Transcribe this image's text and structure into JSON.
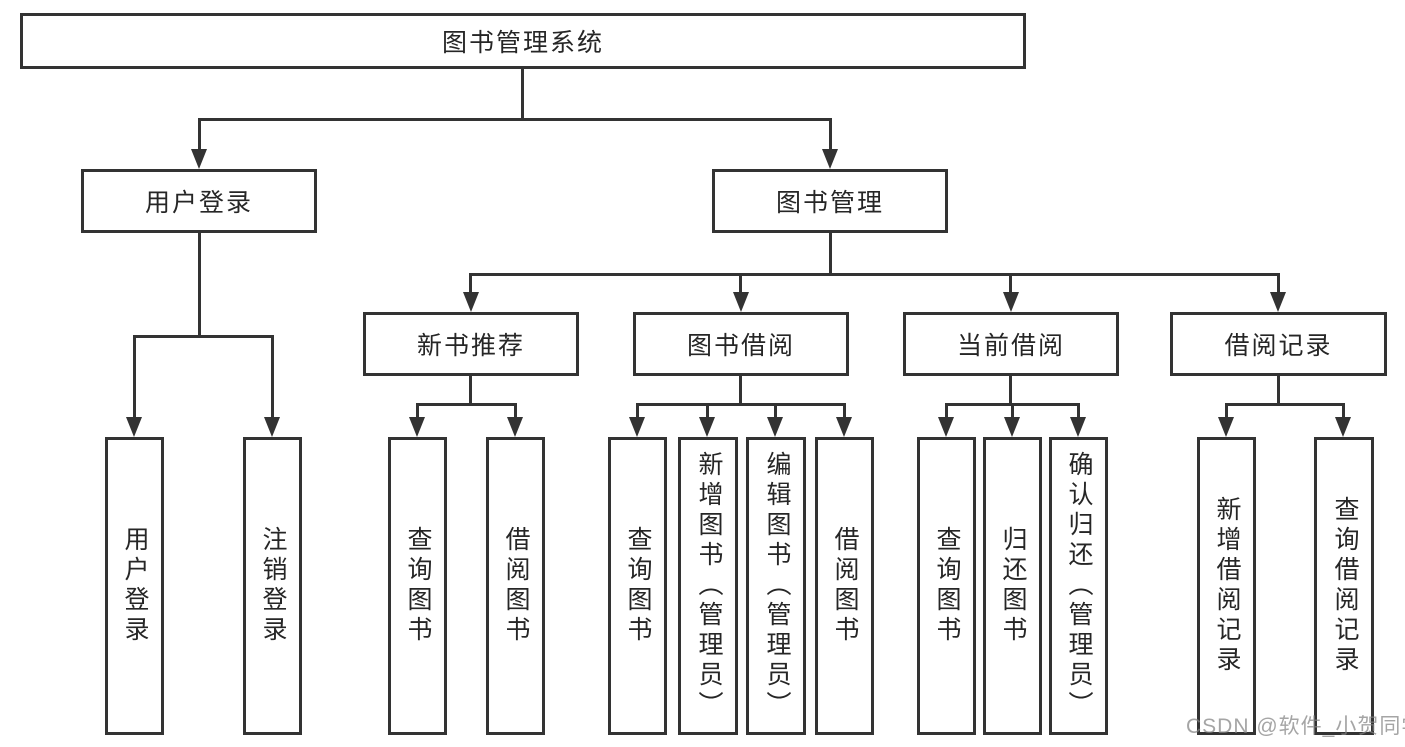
{
  "page": {
    "background": "#ffffff",
    "watermark": "CSDN @软件_小贺同学"
  },
  "colors": {
    "line": "#333333",
    "box_border": "#333333",
    "text": "#262626",
    "watermark": "#828282",
    "background": "#ffffff"
  },
  "nodes": {
    "root": "图书管理系统",
    "user_login": "用户登录",
    "book_mgmt": "图书管理",
    "new_books": "新书推荐",
    "book_borrow": "图书借阅",
    "current_borrow": "当前借阅",
    "borrow_records": "借阅记录",
    "leaf_ul_login": "用户登录",
    "leaf_ul_logout": "注销登录",
    "leaf_nb_query": "查询图书",
    "leaf_nb_borrow": "借阅图书",
    "leaf_bb_query": "查询图书",
    "leaf_bb_add": "新增图书（管理员）",
    "leaf_bb_edit": "编辑图书（管理员）",
    "leaf_bb_borrow": "借阅图书",
    "leaf_cb_query": "查询图书",
    "leaf_cb_return": "归还图书",
    "leaf_cb_confirm": "确认归还（管理员）",
    "leaf_br_add": "新增借阅记录",
    "leaf_br_query": "查询借阅记录"
  },
  "hierarchy": {
    "图书管理系统": {
      "用户登录": [
        "用户登录",
        "注销登录"
      ],
      "图书管理": {
        "新书推荐": [
          "查询图书",
          "借阅图书"
        ],
        "图书借阅": [
          "查询图书",
          "新增图书（管理员）",
          "编辑图书（管理员）",
          "借阅图书"
        ],
        "当前借阅": [
          "查询图书",
          "归还图书",
          "确认归还（管理员）"
        ],
        "借阅记录": [
          "新增借阅记录",
          "查询借阅记录"
        ]
      }
    }
  }
}
